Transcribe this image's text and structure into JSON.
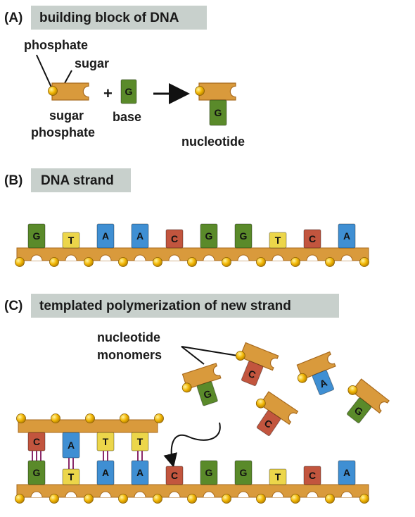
{
  "panels": {
    "a": {
      "tag": "(A)",
      "title": "building block of DNA"
    },
    "b": {
      "tag": "(B)",
      "title": "DNA strand"
    },
    "c": {
      "tag": "(C)",
      "title": "templated polymerization of new strand"
    }
  },
  "labels": {
    "phosphate": "phosphate",
    "sugar": "sugar",
    "sugar_phosphate_1": "sugar",
    "sugar_phosphate_2": "phosphate",
    "plus": "+",
    "base": "base",
    "nucleotide": "nucleotide",
    "monomers_1": "nucleotide",
    "monomers_2": "monomers"
  },
  "bases": {
    "building_block": "G",
    "nucleotide": "G",
    "strand_b": [
      "G",
      "T",
      "A",
      "A",
      "C",
      "G",
      "G",
      "T",
      "C",
      "A"
    ],
    "template_c": [
      "G",
      "T",
      "A",
      "A",
      "C",
      "G",
      "G",
      "T",
      "C",
      "A"
    ],
    "new_strand_c": [
      "C",
      "A",
      "T",
      "T"
    ],
    "free_monomers": [
      "G",
      "C",
      "A",
      "C",
      "G"
    ]
  },
  "colors": {
    "G": "#5a8a2a",
    "T": "#ecd64a",
    "A": "#3f8fd3",
    "C": "#c2553e",
    "backbone": "#d99a3c",
    "backbone_dark": "#a86a1e",
    "phosphate": "#f2b705",
    "header_bg": "#c8d0cc",
    "hbond": "#8a2a6a"
  }
}
